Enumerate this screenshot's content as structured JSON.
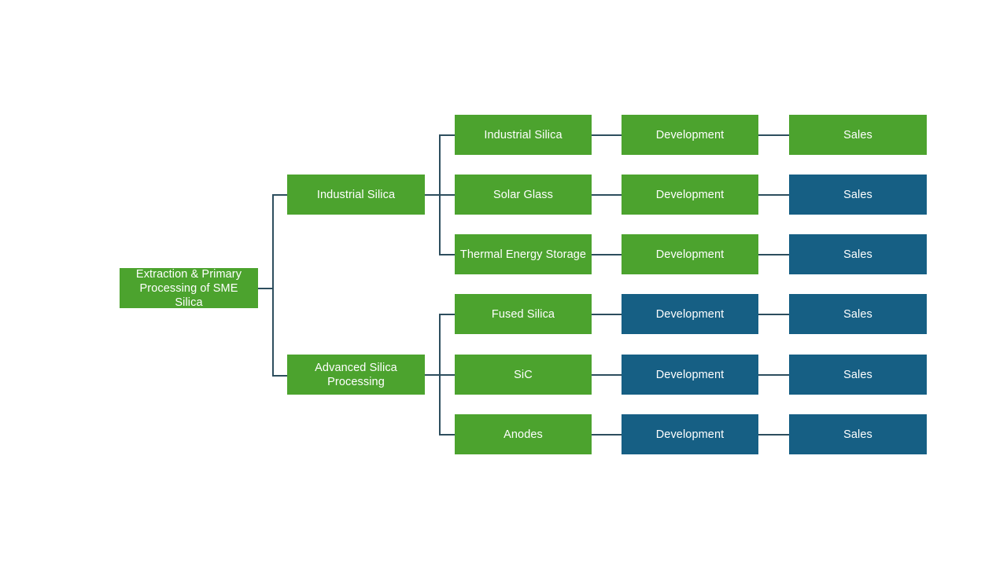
{
  "diagram": {
    "title": "Extraction & Primary Processing of SME Silica value chain tree",
    "colors": {
      "green": "#4CA32E",
      "blue": "#165F84",
      "connector": "#2D4E5E",
      "background": "#ffffff",
      "text": "#ffffff"
    },
    "root": {
      "label": "Extraction & Primary\nProcessing of SME Silica",
      "color": "green"
    },
    "branches": [
      {
        "label": "Industrial Silica",
        "color": "green",
        "rows": [
          {
            "product": {
              "label": "Industrial Silica",
              "color": "green"
            },
            "development": {
              "label": "Development",
              "color": "green"
            },
            "sales": {
              "label": "Sales",
              "color": "green"
            }
          },
          {
            "product": {
              "label": "Solar Glass",
              "color": "green"
            },
            "development": {
              "label": "Development",
              "color": "green"
            },
            "sales": {
              "label": "Sales",
              "color": "blue"
            }
          },
          {
            "product": {
              "label": "Thermal Energy Storage",
              "color": "green"
            },
            "development": {
              "label": "Development",
              "color": "green"
            },
            "sales": {
              "label": "Sales",
              "color": "blue"
            }
          }
        ]
      },
      {
        "label": "Advanced Silica\nProcessing",
        "color": "green",
        "rows": [
          {
            "product": {
              "label": "Fused Silica",
              "color": "green"
            },
            "development": {
              "label": "Development",
              "color": "blue"
            },
            "sales": {
              "label": "Sales",
              "color": "blue"
            }
          },
          {
            "product": {
              "label": "SiC",
              "color": "green"
            },
            "development": {
              "label": "Development",
              "color": "blue"
            },
            "sales": {
              "label": "Sales",
              "color": "blue"
            }
          },
          {
            "product": {
              "label": "Anodes",
              "color": "green"
            },
            "development": {
              "label": "Development",
              "color": "blue"
            },
            "sales": {
              "label": "Sales",
              "color": "blue"
            }
          }
        ]
      }
    ]
  }
}
